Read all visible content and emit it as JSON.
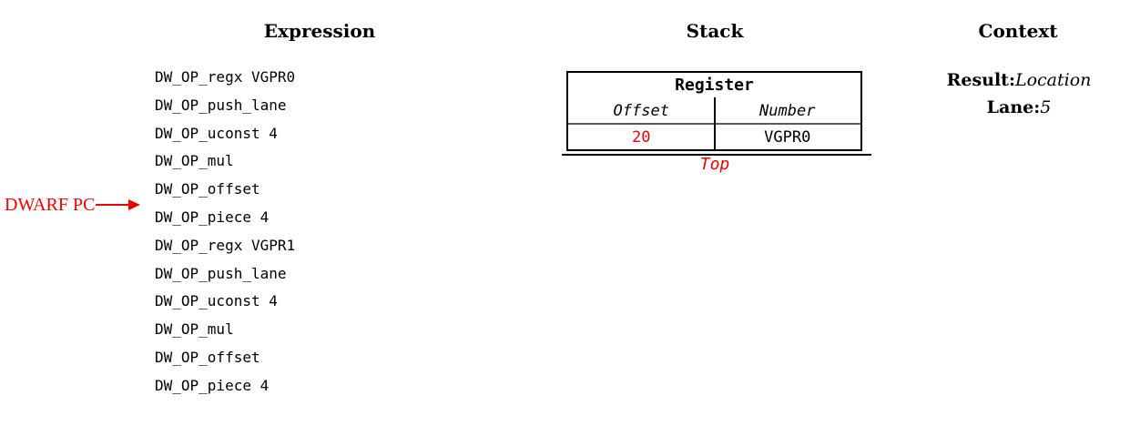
{
  "columns": {
    "expression": {
      "header": "Expression"
    },
    "stack": {
      "header": "Stack"
    },
    "context": {
      "header": "Context"
    }
  },
  "expression": {
    "ops": [
      "DW_OP_regx VGPR0",
      "DW_OP_push_lane",
      "DW_OP_uconst 4",
      "DW_OP_mul",
      "DW_OP_offset",
      "DW_OP_piece 4",
      "DW_OP_regx VGPR1",
      "DW_OP_push_lane",
      "DW_OP_uconst 4",
      "DW_OP_mul",
      "DW_OP_offset",
      "DW_OP_piece 4"
    ],
    "pc_label": "DWARF PC",
    "pc_between_rows": [
      4,
      5
    ]
  },
  "stack": {
    "entry": {
      "title": "Register",
      "columns": [
        "Offset",
        "Number"
      ],
      "values": [
        "20",
        "VGPR0"
      ],
      "highlighted_value": "20"
    },
    "top_label": "Top"
  },
  "context": {
    "fields": [
      {
        "label": "Result:",
        "value": "Location"
      },
      {
        "label": "Lane:",
        "value": "5"
      }
    ]
  },
  "colors": {
    "highlight": "#ee0000",
    "text": "#000000",
    "table_border": "#000000",
    "header_separator": "#595959",
    "background": "#ffffff"
  }
}
